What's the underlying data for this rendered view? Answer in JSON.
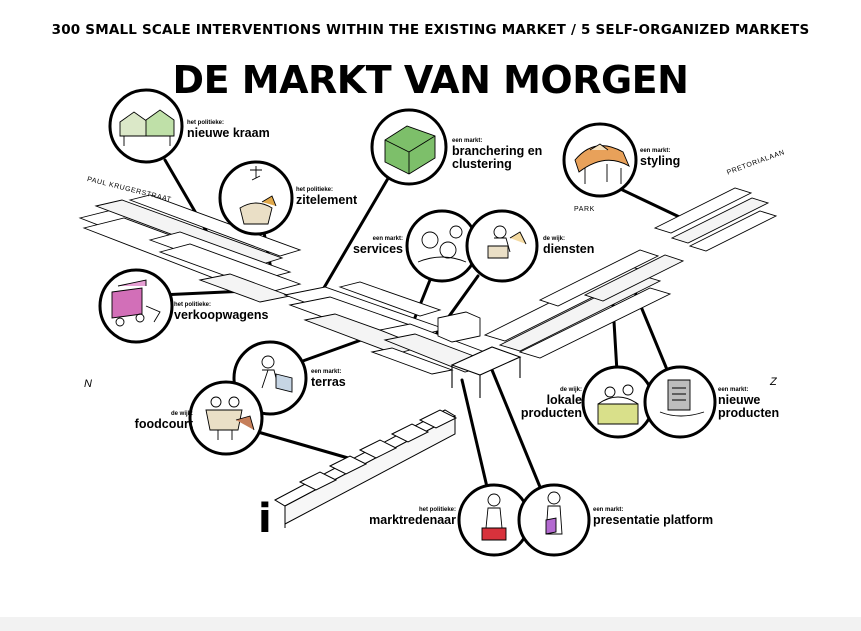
{
  "header": {
    "subtitle": "300 SMALL SCALE INTERVENTIONS WITHIN THE EXISTING MARKET /  5 SELF-ORGANIZED MARKETS",
    "title": "DE MARKT VAN MORGEN"
  },
  "streets": {
    "paul_kruger": "PAUL KRUGERSTRAAT",
    "pretoria": "PRETORIALAAN",
    "park": "PARK"
  },
  "compass": {
    "north": "N",
    "south": "Z"
  },
  "info_symbol": "i",
  "labels": {
    "nieuwe_kraam": {
      "small": "het politieke:",
      "big": "nieuwe kraam"
    },
    "zitelement": {
      "small": "het politieke:",
      "big": "zitelement"
    },
    "branchering": {
      "small": "een markt:",
      "big": "branchering en\nclustering"
    },
    "styling": {
      "small": "een markt:",
      "big": "styling"
    },
    "services": {
      "small": "een markt:",
      "big": "services"
    },
    "diensten": {
      "small": "de wijk:",
      "big": "diensten"
    },
    "verkoopwagens": {
      "small": "het politieke:",
      "big": "verkoopwagens"
    },
    "terras": {
      "small": "een markt:",
      "big": "terras"
    },
    "foodcourt": {
      "small": "de wijk:",
      "big": "foodcourt"
    },
    "lokale": {
      "small": "de wijk:",
      "big": "lokale\nproducten"
    },
    "nieuwe_producten": {
      "small": "een markt:",
      "big": "nieuwe\nproducten"
    },
    "marktredenaar": {
      "small": "het politieke:",
      "big": "marktredenaar"
    },
    "presentatie": {
      "small": "een markt:",
      "big": "presentatie platform"
    }
  },
  "colors": {
    "ink": "#000000",
    "green": "#7dbf6a",
    "pink": "#d26fb8",
    "orange": "#e8a15a",
    "tan": "#c8a882",
    "yellow_green": "#d9e08a",
    "red": "#d8323c",
    "violet": "#b36ad0"
  }
}
